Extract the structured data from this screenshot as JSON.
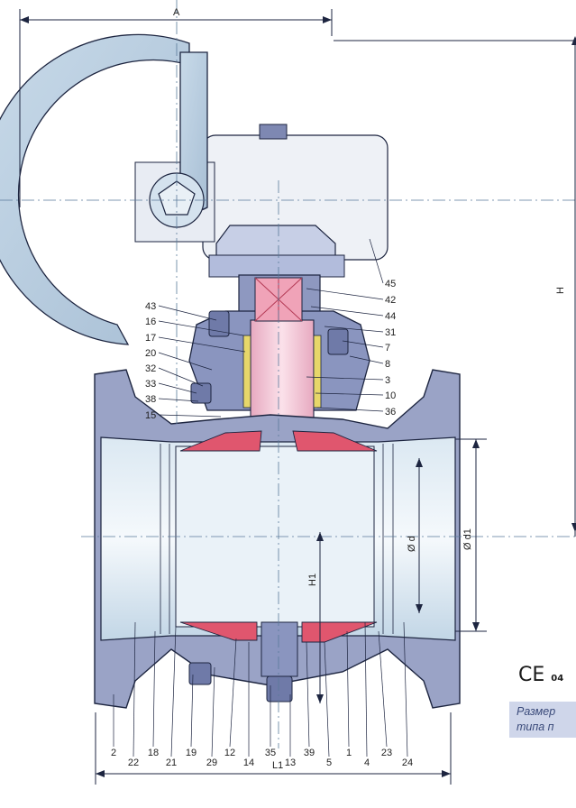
{
  "dimensions": {
    "A": "A",
    "H": "H",
    "H1": "H1",
    "L1": "L1",
    "d": "Ø d",
    "d1": "Ø d1"
  },
  "part_labels_left": [
    "43",
    "16",
    "17",
    "20",
    "32",
    "33",
    "38",
    "15"
  ],
  "part_labels_right": [
    "45",
    "42",
    "44",
    "31",
    "7",
    "8",
    "3",
    "10",
    "36"
  ],
  "part_labels_bottom": [
    "2",
    "22",
    "18",
    "21",
    "19",
    "29",
    "12",
    "14",
    "35",
    "13",
    "39",
    "5",
    "1",
    "4",
    "23",
    "24"
  ],
  "certification": {
    "mark": "CE",
    "code": "04"
  },
  "note_text": {
    "line1": "Размер",
    "line2": "типа п"
  },
  "colors": {
    "body": "#9aa3c6",
    "body_dark": "#6d78a8",
    "bore": "#c9dbe8",
    "handwheel": "#b9cde0",
    "stem": "#f3c8d8",
    "ball_seat": "#e0566e",
    "outline": "#1d2540",
    "note_bg": "#cfd6ea"
  }
}
